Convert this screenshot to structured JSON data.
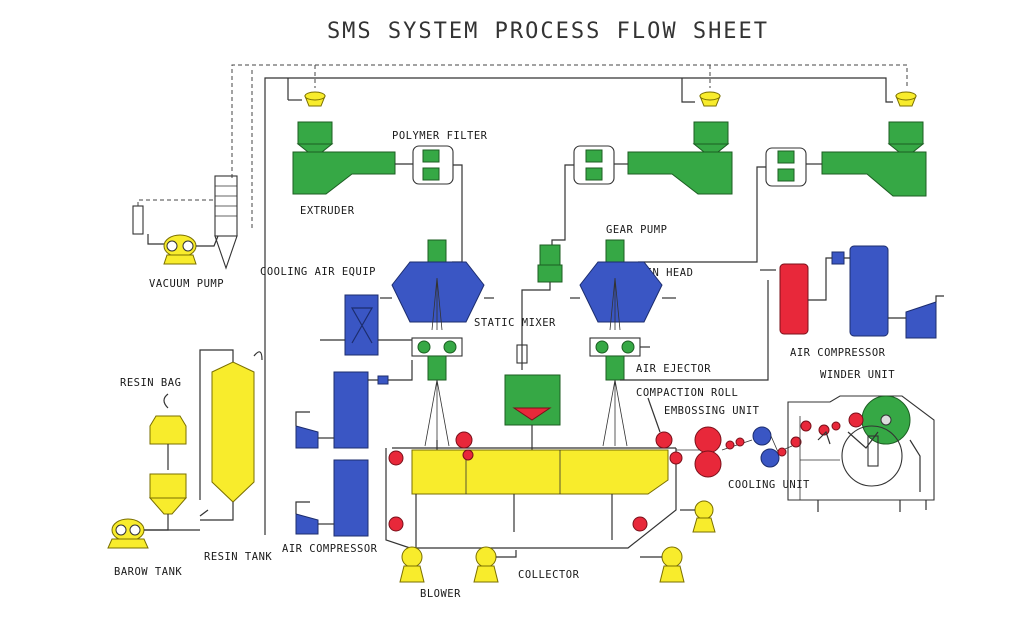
{
  "title": "SMS SYSTEM PROCESS FLOW SHEET",
  "labels": {
    "polymer_filter": "POLYMER FILTER",
    "extruder": "EXTRUDER",
    "gear_pump": "GEAR PUMP",
    "spin_head": "SPIN HEAD",
    "vacuum_pump": "VACUUM PUMP",
    "cooling_air_equip": "COOLING AIR EQUIP",
    "static_mixer": "STATIC MIXER",
    "air_ejector": "AIR EJECTOR",
    "air_compressor_right": "AIR COMPRESSOR",
    "compaction_roll": "COMPACTION ROLL",
    "embossing_unit": "EMBOSSING UNIT",
    "winder_unit": "WINDER UNIT",
    "resin_bag": "RESIN BAG",
    "cooling_unit": "COOLING UNIT",
    "air_compressor_left": "AIR COMPRESSOR",
    "resin_tank": "RESIN TANK",
    "barow_tank": "BAROW TANK",
    "blower": "BLOWER",
    "collector": "COLLECTOR"
  },
  "colors": {
    "extruder": "#36a845",
    "tanks": "#f8ec2c",
    "cooling": "#3a56c4",
    "rollers": "#e8283a",
    "lines": "#333333"
  }
}
